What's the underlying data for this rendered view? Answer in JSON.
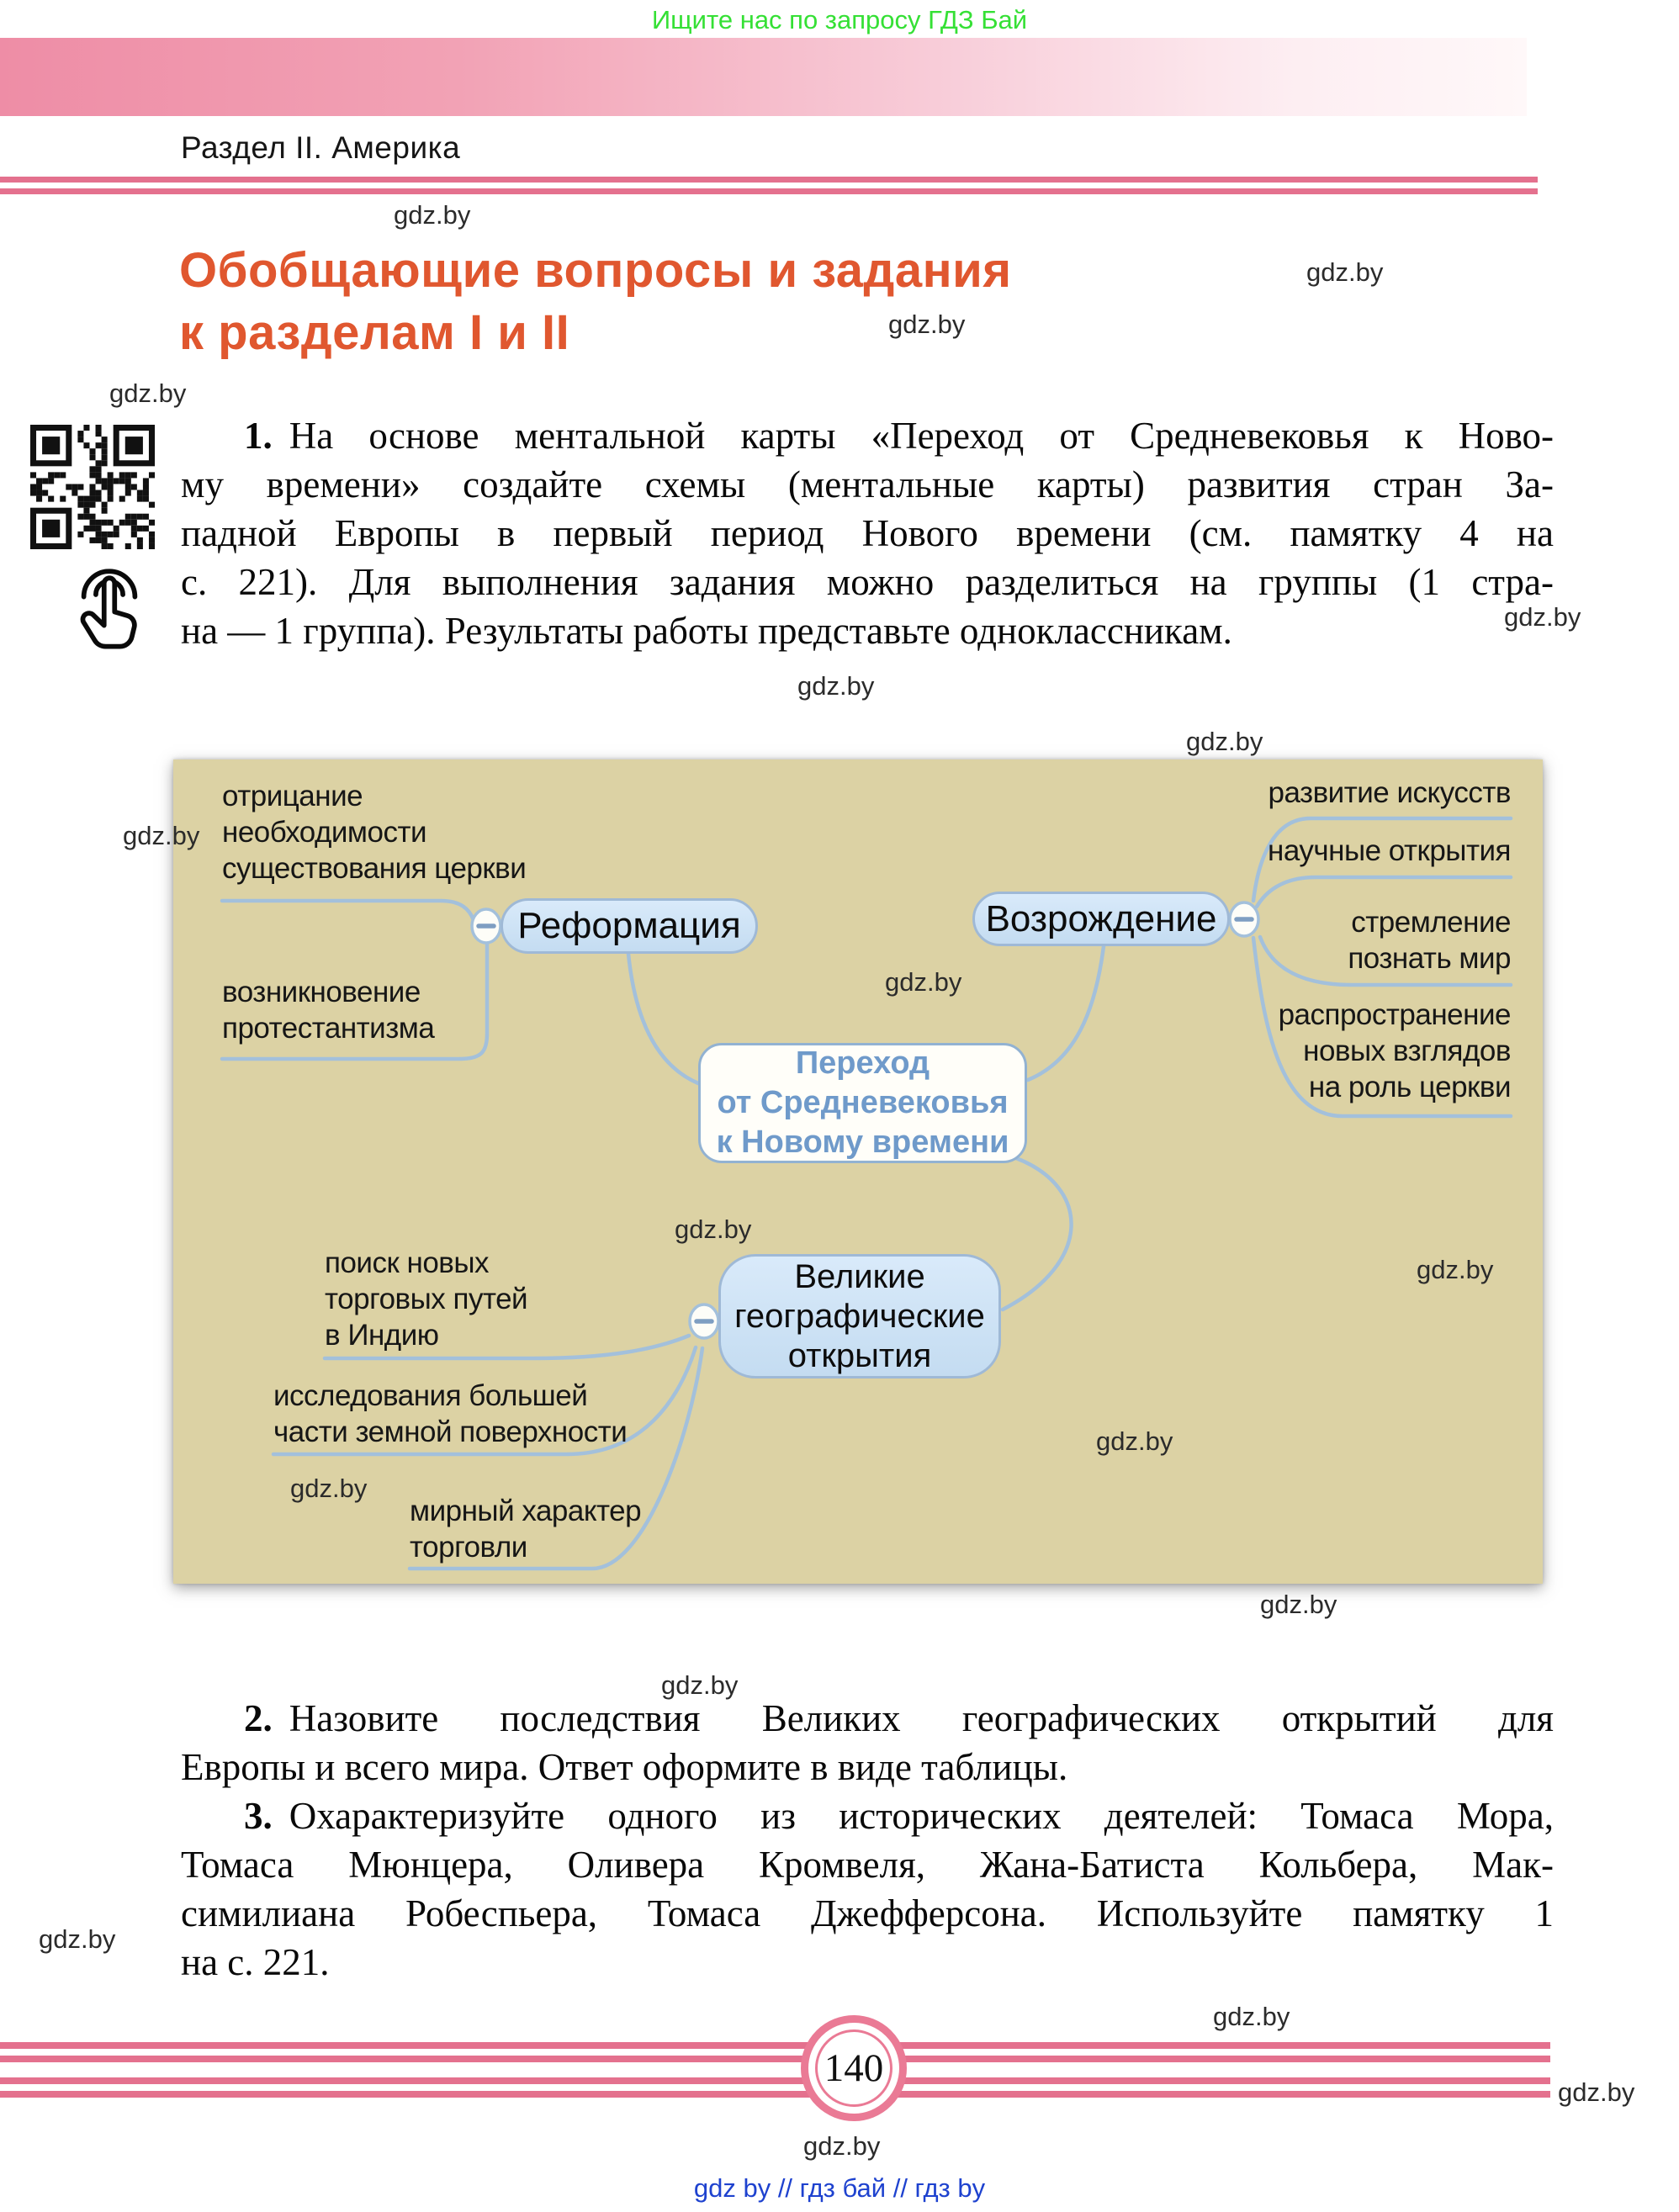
{
  "page": {
    "banner": "Ищите нас по запросу ГДЗ Бай",
    "section": "Раздел II. Америка",
    "title_line1": "Обобщающие вопросы и задания",
    "title_line2": "к разделам I и II",
    "watermark": "gdz.by",
    "page_number": "140",
    "footer_links": "gdz by  //  гдз бай  //  гдз by"
  },
  "tasks": {
    "t1": {
      "num": "1.",
      "lines": [
        "На основе ментальной карты «Переход от Средневековья к Ново-",
        "му времени» создайте схемы (ментальные карты) развития стран За-",
        "падной Европы в первый период Нового времени (см. памятку 4 на",
        "с. 221). Для выполнения задания можно разделиться на группы (1 стра-",
        "на — 1 группа). Результаты работы представьте одноклассникам."
      ]
    },
    "t2": {
      "num": "2.",
      "lines": [
        "Назовите последствия Великих географических открытий для",
        "Европы и всего мира. Ответ оформите в виде таблицы."
      ]
    },
    "t3": {
      "num": "3.",
      "lines": [
        "Охарактеризуйте одного из исторических деятелей: Томаса Мора,",
        "Томаса Мюнцера, Оливера Кромвеля, Жана-Батиста Кольбера, Мак-",
        "симилиана Робеспьера, Томаса Джефферсона. Используйте памятку 1",
        "на с. 221."
      ]
    }
  },
  "mindmap": {
    "center": "Переход\nот Средневековья\nк Новому времени",
    "reformation": {
      "label": "Реформация",
      "b1": "отрицание\nнеобходимости\nсуществования церкви",
      "b2": "возникновение\nпротестантизма"
    },
    "renaissance": {
      "label": "Возрождение",
      "b1": "развитие искусств",
      "b2": "научные открытия",
      "b3": "стремление\nпознать мир",
      "b4": "распространение\nновых взглядов\nна роль церкви"
    },
    "discoveries": {
      "label": "Великие\nгеографические\nоткрытия",
      "b1": "поиск новых\nторговых путей\nв Индию",
      "b2": "исследования большей\nчасти земной поверхности",
      "b3": "мирный характер\nторговли"
    }
  },
  "colors": {
    "accent_pink": "#e4718e",
    "accent_orange": "#e0572f",
    "banner_green": "#35e035",
    "map_background": "#dcd2a4",
    "map_wire_blue": "#a3c0db",
    "footer_blue": "#1e42cf"
  }
}
